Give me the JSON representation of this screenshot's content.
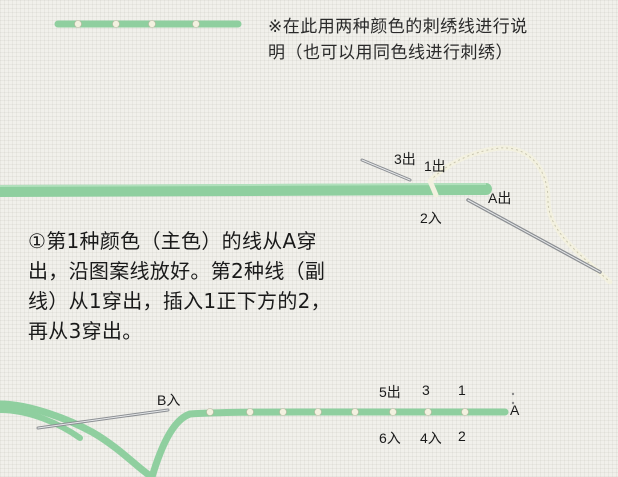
{
  "note": {
    "line1": "※在此用两种颜色的刺绣线进行说",
    "line2": "明（也可以用同色线进行刺绣）"
  },
  "step1": {
    "line1": "①第1种颜色（主色）的线从A穿",
    "line2": "出，沿图案线放好。第2种线（副",
    "line3": "线）从1穿出，插入1正下方的2，",
    "line4": "再从3穿出。"
  },
  "labels": {
    "out3": "3出",
    "out1": "1出",
    "outA": "A出",
    "in2": "2入",
    "inB": "B入",
    "out5": "5出",
    "pt3": "3",
    "pt1": "1",
    "ptA": "A",
    "in6": "6入",
    "in4": "4入",
    "pt2": "2"
  },
  "colors": {
    "main_thread": "#8fcf9f",
    "couching_thread": "#f3f1e0",
    "needle": "#8c8f93",
    "fabric": "#f1f0eb"
  }
}
